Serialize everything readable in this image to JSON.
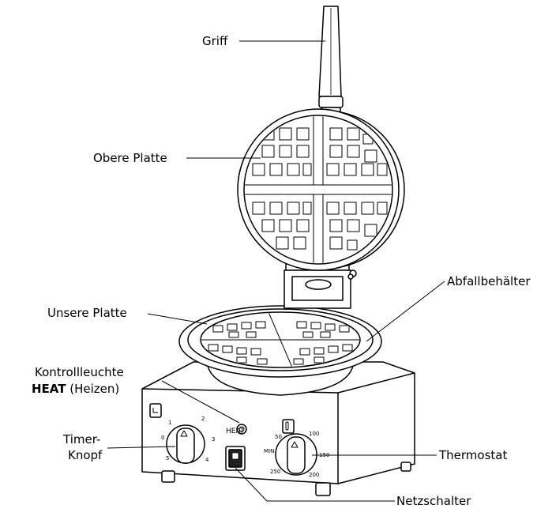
{
  "labels": {
    "griff": "Griff",
    "obere_platte": "Obere Platte",
    "abfallbehaelter": "Abfallbehälter",
    "unsere_platte": "Unsere Platte",
    "kontrollleuchte_line1": "Kontrollleuchte",
    "kontrollleuchte_heat": "HEAT",
    "kontrollleuchte_heizen": " (Heizen)",
    "timer_line1": "Timer-",
    "timer_line2": "Knopf",
    "thermostat": "Thermostat",
    "netzschalter": "Netzschalter"
  },
  "device_text": {
    "heat": "HEAT",
    "min": "MIN",
    "timer_marks": [
      "0",
      "1",
      "2",
      "3",
      "4",
      "5"
    ],
    "thermo_marks": [
      "50",
      "100",
      "150",
      "200",
      "250"
    ]
  },
  "colors": {
    "line": "#000000",
    "fill": "#ffffff"
  },
  "icons": [
    "timer-icon",
    "thermometer-icon"
  ]
}
